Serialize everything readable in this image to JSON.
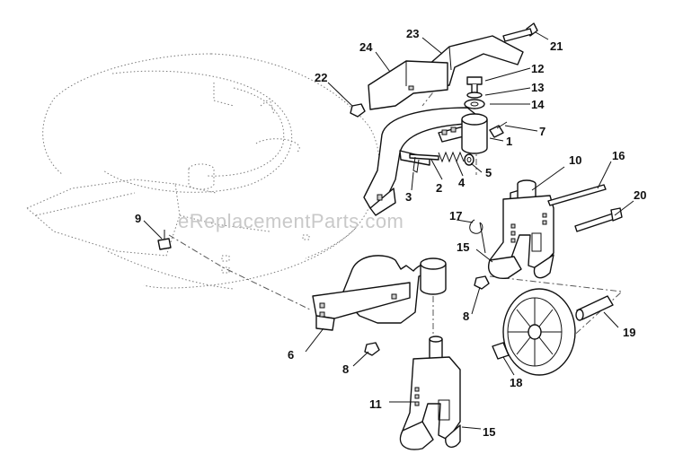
{
  "watermark": "eReplacementParts.com",
  "callouts": [
    "1",
    "2",
    "3",
    "4",
    "5",
    "6",
    "7",
    "8",
    "8",
    "9",
    "10",
    "11",
    "12",
    "13",
    "14",
    "15",
    "15",
    "16",
    "17",
    "18",
    "19",
    "20",
    "21",
    "22",
    "23",
    "24"
  ]
}
